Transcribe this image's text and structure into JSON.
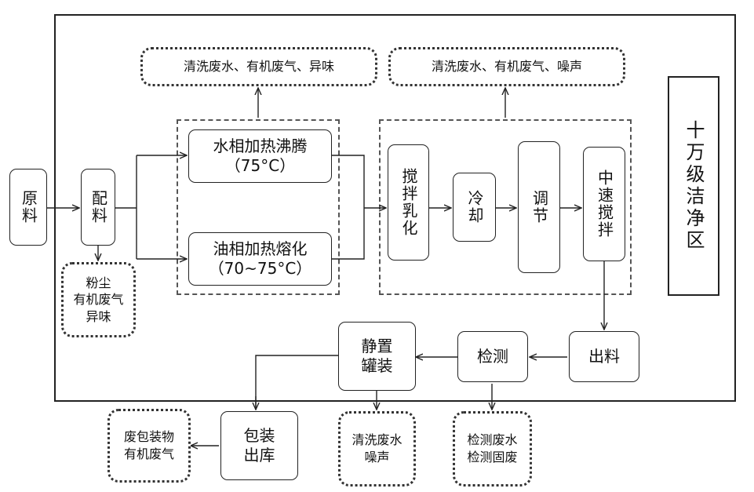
{
  "nodes": {
    "raw": "原料",
    "batch": "配料",
    "water_phase": {
      "line1": "水相加热沸腾",
      "line2": "（75°C）"
    },
    "oil_phase": {
      "line1": "油相加热熔化",
      "line2": "（70~75°C）"
    },
    "emulsify": "搅拌乳化",
    "cool": "冷却",
    "adjust": "调节",
    "mid_stir": "中速搅拌",
    "discharge": "出料",
    "inspect": "检测",
    "fill": {
      "line1": "静置",
      "line2": "罐装"
    },
    "ship": {
      "line1": "包装",
      "line2": "出库"
    },
    "cleanroom": "十万级洁净区"
  },
  "emissions": {
    "batch": {
      "line1": "粉尘",
      "line2": "有机废气",
      "line3": "异味"
    },
    "heating": "清洗废水、有机废气、异味",
    "emulsify": "清洗废水、有机废气、噪声",
    "fill": {
      "line1": "清洗废水",
      "line2": "噪声"
    },
    "inspect": {
      "line1": "检测废水",
      "line2": "检测固废"
    },
    "ship": {
      "line1": "废包装物",
      "line2": "有机废气"
    }
  }
}
